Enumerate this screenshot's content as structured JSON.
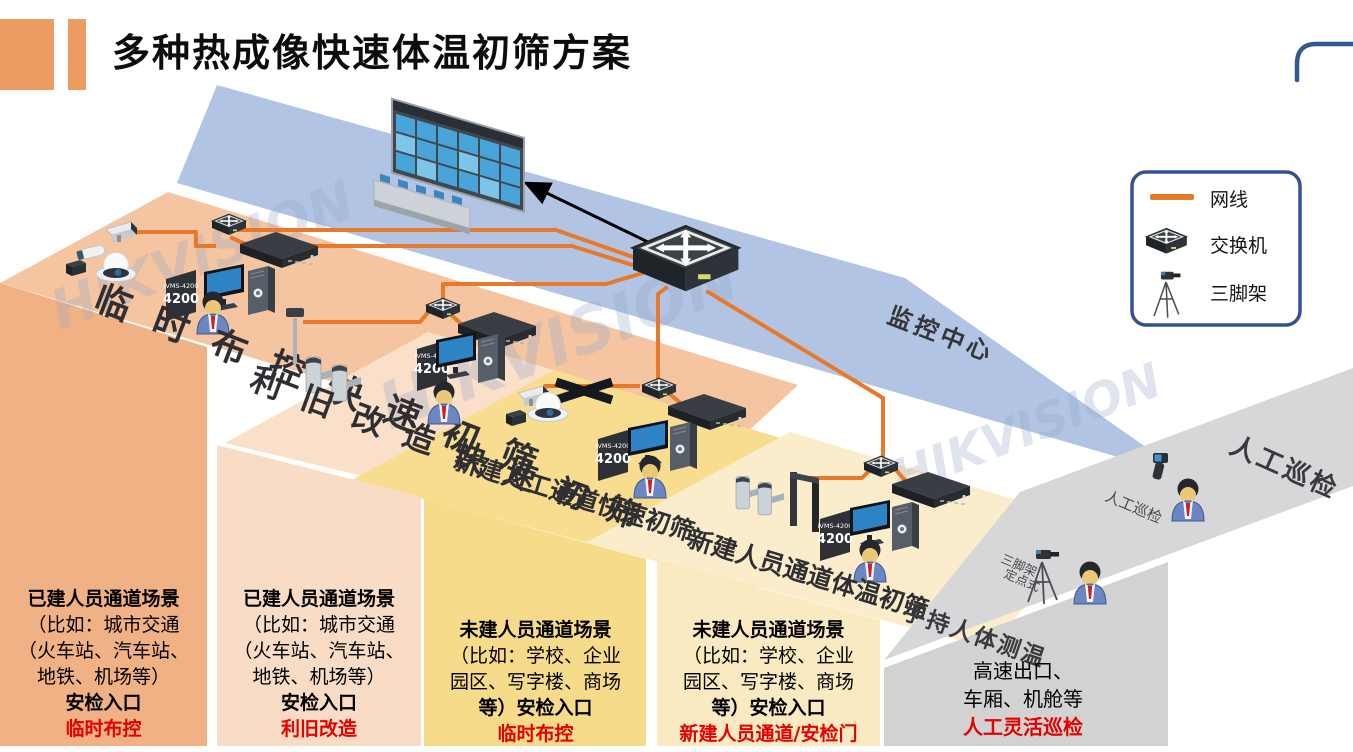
{
  "title": "多种热成像快速体温初筛方案",
  "watermark": "HIKVISION",
  "colors": {
    "accent_orange": "#EC9B62",
    "cable_orange": "#E8792B",
    "blue_band": "#B2C4E4",
    "salmon_floor": "#F4C5A0",
    "salmon_wall": "#F0B285",
    "peach_floor": "#FADFC9",
    "peach_wall": "#F8DCC5",
    "yellow_floor": "#F8DD90",
    "yellow_wall": "#F6DB8B",
    "pale_floor": "#FBEDCB",
    "pale_wall": "#FAEAC2",
    "gray_floor": "#D7D7D9",
    "gray_wall": "#D2D2D2",
    "legend_border": "#2F5496",
    "highlight_red": "#E60000"
  },
  "legend": {
    "wire": "网线",
    "switch": "交换机",
    "tripod": "三脚架"
  },
  "center": {
    "label": "监控中心"
  },
  "software": {
    "small": "iVMS-4200",
    "big": "4200"
  },
  "bands": [
    {
      "label": "临时布控快速初筛"
    },
    {
      "label": "利旧改造快速初筛"
    },
    {
      "label": "新建人工通道快速初筛"
    },
    {
      "label": "新建人员通道体温初筛"
    }
  ],
  "patrol": {
    "title": "人工巡检",
    "handheld_label": "人工巡检",
    "tripod_label_1": "三脚架",
    "tripod_label_2": "定点式",
    "bottom_label": "手持人体测温"
  },
  "blocks": [
    {
      "head": "已建人员通道场景",
      "l1": "（比如：城市交通",
      "l2": "（火车站、汽车站、",
      "l3": "地铁、机场等）",
      "entry": "安检入口",
      "hl": "临时布控"
    },
    {
      "head": "已建人员通道场景",
      "l1": "（比如：城市交通",
      "l2": "（火车站、汽车站、",
      "l3": "地铁、机场等）",
      "entry": "安检入口",
      "hl": "利旧改造"
    },
    {
      "head": "未建人员通道场景",
      "l1": "（比如：学校、企业",
      "l2": "园区、写字楼、商场",
      "l3": "",
      "entry": "等）安检入口",
      "hl": "临时布控"
    },
    {
      "head": "未建人员通道场景",
      "l1": "（比如：学校、企业",
      "l2": "园区、写字楼、商场",
      "l3": "",
      "entry": "等）安检入口",
      "hl": "新建人员通道/安检门"
    },
    {
      "head": "",
      "l1": "高速出口、",
      "l2": "车厢、机舱等",
      "l3": "",
      "entry": "",
      "hl": "人工灵活巡检"
    }
  ]
}
